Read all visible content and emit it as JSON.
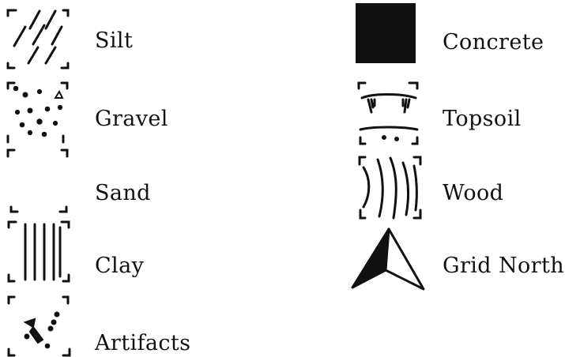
{
  "legend": {
    "left": [
      {
        "label": "Silt",
        "icon": "silt-hatch-icon"
      },
      {
        "label": "Gravel",
        "icon": "gravel-dots-icon"
      },
      {
        "label": "Sand",
        "icon": "sand-blank-icon"
      },
      {
        "label": "Clay",
        "icon": "clay-lines-icon"
      },
      {
        "label": "Artifacts",
        "icon": "artifacts-icon"
      }
    ],
    "right": [
      {
        "label": "Concrete",
        "icon": "concrete-solid-icon"
      },
      {
        "label": "Topsoil",
        "icon": "topsoil-icon"
      },
      {
        "label": "Wood",
        "icon": "wood-grain-icon"
      },
      {
        "label": "Grid North",
        "icon": "north-arrow-icon"
      }
    ]
  },
  "colors": {
    "ink": "#111111",
    "background": "#ffffff"
  }
}
